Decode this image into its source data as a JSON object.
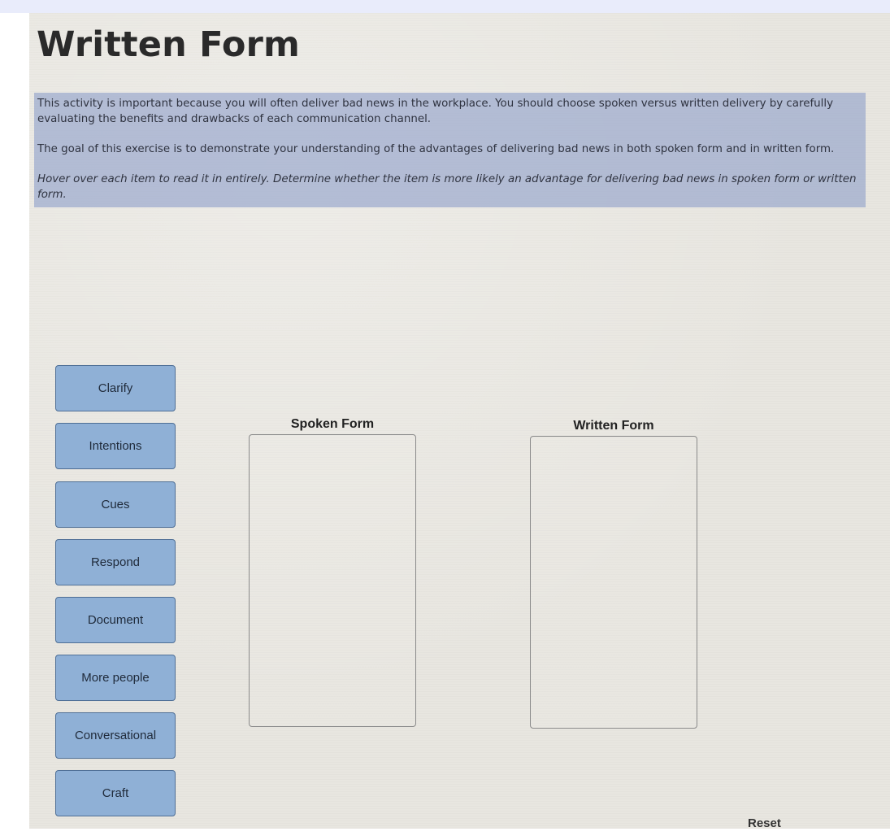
{
  "page_title": "Written Form",
  "intro": {
    "paragraph_1": "This activity is important because you will often deliver bad news in the workplace. You should choose spoken versus written delivery by carefully evaluating the benefits and drawbacks of each communication channel.",
    "paragraph_2": "The goal of this exercise is to demonstrate your understanding of the advantages of delivering bad news in both spoken form and in written form.",
    "instructions": "Hover over each item to read it in entirely. Determine whether the item is more likely an advantage for delivering bad news in spoken form or written form."
  },
  "items": [
    "Clarify",
    "Intentions",
    "Cues",
    "Respond",
    "Document",
    "More people",
    "Conversational",
    "Craft"
  ],
  "zones": {
    "spoken_label": "Spoken Form",
    "written_label": "Written Form"
  },
  "reset_label": "Reset",
  "colors": {
    "item_fill": "#8fb0d6",
    "highlight": "#8fa0ca",
    "page_background": "#e8e6e0"
  }
}
